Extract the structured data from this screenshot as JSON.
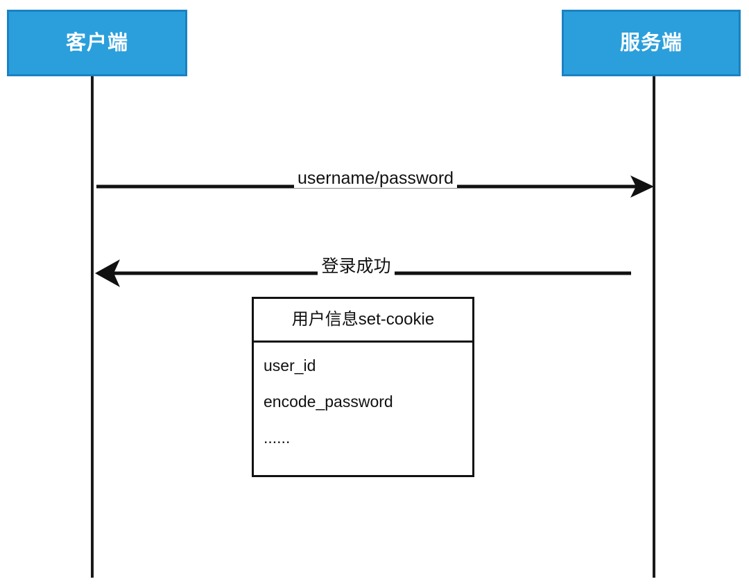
{
  "diagram": {
    "type": "sequence-diagram",
    "background_color": "#ffffff",
    "participants": [
      {
        "id": "client",
        "label": "客户端",
        "fill_color": "#2b9fdc",
        "border_color": "#1a82c2",
        "text_color": "#ffffff"
      },
      {
        "id": "server",
        "label": "服务端",
        "fill_color": "#2b9fdc",
        "border_color": "#1a82c2",
        "text_color": "#ffffff"
      }
    ],
    "lifeline_color": "#1a1a1a",
    "messages": [
      {
        "id": "login-request",
        "label": "username/password",
        "from": "client",
        "to": "server",
        "direction": "right",
        "line_color": "#111111"
      },
      {
        "id": "login-response",
        "label": "登录成功",
        "from": "server",
        "to": "client",
        "direction": "left",
        "line_color": "#111111"
      }
    ],
    "note": {
      "id": "cookie-note",
      "title": "用户信息set-cookie",
      "border_color": "#111111",
      "fill_color": "#ffffff",
      "rows": [
        "user_id",
        "encode_password",
        "......"
      ]
    }
  }
}
